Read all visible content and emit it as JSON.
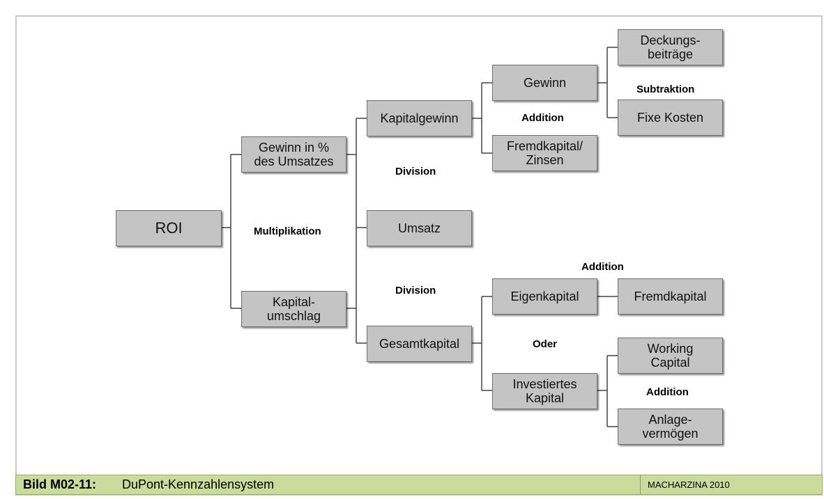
{
  "diagram": {
    "boxes": {
      "roi": "ROI",
      "gewinn_umsatz": "Gewinn in %\ndes Umsatzes",
      "kapitalumschlag": "Kapital-\numschlag",
      "kapitalgewinn": "Kapitalgewinn",
      "umsatz": "Umsatz",
      "gesamtkapital": "Gesamtkapital",
      "gewinn": "Gewinn",
      "fremdkapital_zinsen": "Fremdkapital/\nZinsen",
      "deckungsbeitraege": "Deckungs-\nbeiträge",
      "fixe_kosten": "Fixe Kosten",
      "eigenkapital": "Eigenkapital",
      "fremdkapital": "Fremdkapital",
      "investiertes_kapital": "Investiertes\nKapital",
      "working_capital": "Working\nCapital",
      "anlagevermoegen": "Anlage-\nvermögen"
    },
    "operators": {
      "multiplikation": "Multiplikation",
      "division_top": "Division",
      "division_bottom": "Division",
      "addition_gewinn": "Addition",
      "subtraktion": "Subtraktion",
      "addition_eigenkapital": "Addition",
      "oder": "Oder",
      "addition_working": "Addition"
    }
  },
  "footer": {
    "code": "Bild M02-11:",
    "title": "DuPont-Kennzahlensystem",
    "source": "MACHARZINA 2010"
  }
}
